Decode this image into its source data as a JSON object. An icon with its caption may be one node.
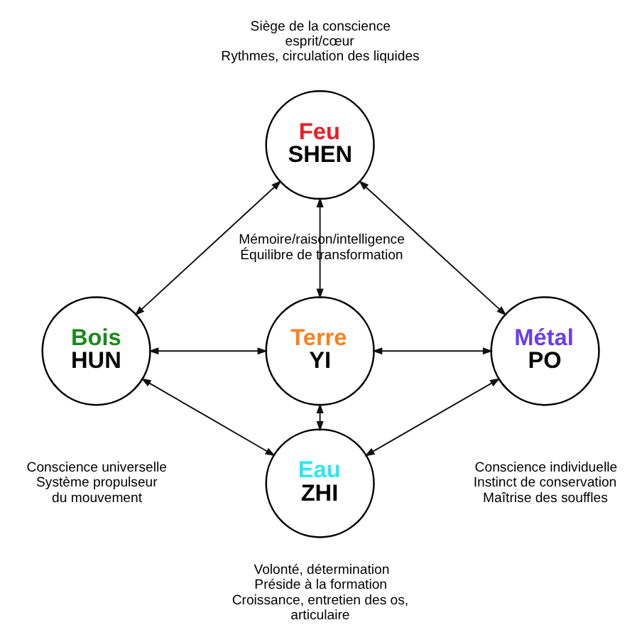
{
  "diagram": {
    "nodes": [
      {
        "text": [
          "Feu",
          "SHEN"
        ],
        "beside": [
          "Siège de la conscience",
          "esprit/cœur",
          "Rythmes, circulation des liquides"
        ]
      },
      {
        "text": [
          "Bois",
          "HUN"
        ],
        "beside": [
          "Conscience universelle",
          "Système propulseur du mouvement"
        ]
      },
      {
        "text": [
          "Terre",
          "YI"
        ],
        "beside": [
          "Mémoire/raison/intelligence",
          "Équilibre de transformation"
        ]
      },
      {
        "text": [
          "Métal",
          "PO"
        ],
        "beside": [
          "Conscience individuelle",
          "Instinct de conservation",
          "Maîtrise des souffles"
        ]
      },
      {
        "text": [
          "Eau",
          "ZHI"
        ],
        "beside": [
          "Volonté, détermination",
          "Préside à la formation",
          "Croissance, entretien des os, articulaire"
        ]
      }
    ],
    "edges": [
      {
        "from": 0,
        "to": 1,
        "arrow": "both"
      },
      {
        "from": 0,
        "to": 2,
        "arrow": "both"
      },
      {
        "from": 0,
        "to": 3,
        "arrow": "both"
      },
      {
        "from": 1,
        "to": 2,
        "arrow": "both"
      },
      {
        "from": 2,
        "to": 3,
        "arrow": "both"
      },
      {
        "from": 1,
        "to": 4,
        "arrow": "both"
      },
      {
        "from": 2,
        "to": 4,
        "arrow": "both"
      },
      {
        "from": 3,
        "to": 4,
        "arrow": "both"
      }
    ]
  }
}
